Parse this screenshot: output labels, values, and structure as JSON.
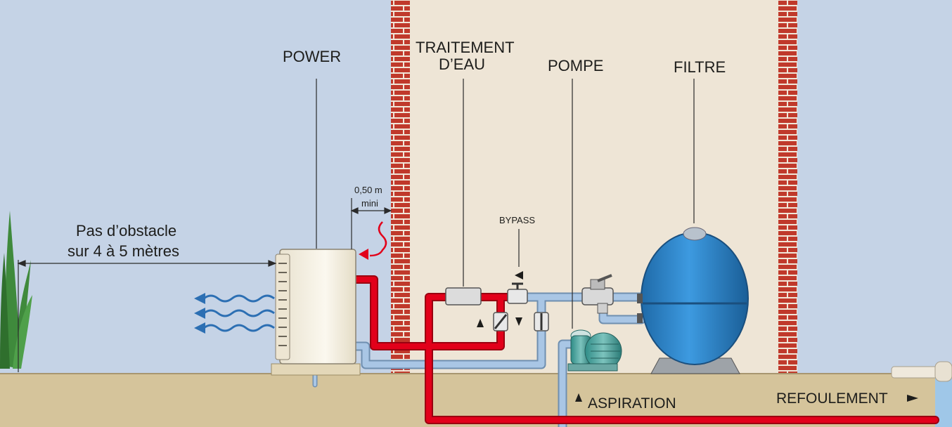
{
  "labels": {
    "power": "POWER",
    "traitement_line1": "TRAITEMENT",
    "traitement_line2": "D’EAU",
    "pompe": "POMPE",
    "filtre": "FILTRE",
    "bypass": "BYPASS",
    "distance_line1": "0,50 m",
    "distance_line2": "mini",
    "obstacle_line1": "Pas d’obstacle",
    "obstacle_line2": "sur 4 à 5 mètres",
    "aspiration": "ASPIRATION",
    "refoulement": "REFOULEMENT"
  },
  "colors": {
    "sky": "#c5d3e6",
    "wall_interior": "#eee5d6",
    "brick": "#c0392b",
    "ground": "#d5c49b",
    "hot_pipe": "#e2001a",
    "cold_pipe": "#a9c6e5",
    "filter_tank": "#2e86c9",
    "airflow": "#2c6fb3"
  }
}
